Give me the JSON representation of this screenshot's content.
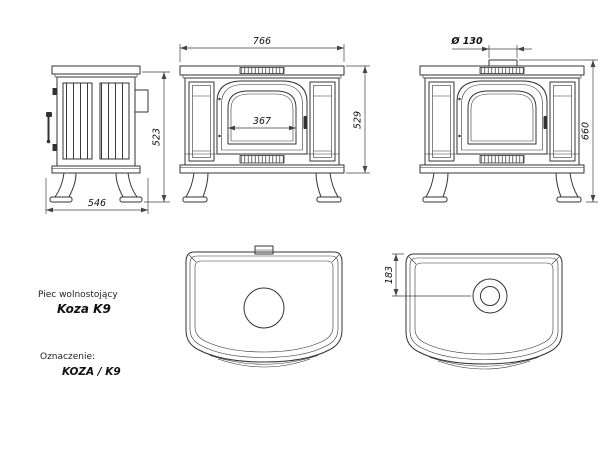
{
  "product": {
    "type_label": "Piec wolnostojący",
    "name": "Koza K9",
    "designation_label": "Oznaczenie:",
    "designation_value": "KOZA / K9"
  },
  "dimensions": {
    "front_width": "766",
    "flue_diameter": "Ø 130",
    "side_depth": "546",
    "side_height": "523",
    "door_glass_width": "367",
    "body_height": "529",
    "total_height": "660",
    "flue_offset_depth": "183"
  },
  "drawing": {
    "line_color": "#333333",
    "dim_color": "#444444",
    "background": "#ffffff"
  }
}
